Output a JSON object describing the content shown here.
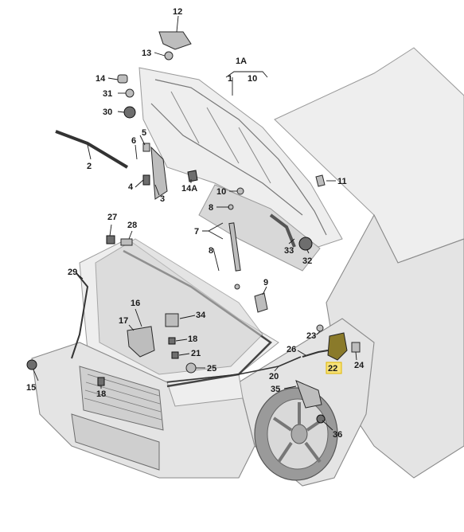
{
  "diagram": {
    "parts": {
      "p12": "12",
      "p13": "13",
      "p1A": "1A",
      "p1": "1",
      "p10a": "10",
      "p14": "14",
      "p31": "31",
      "p30": "30",
      "p5": "5",
      "p6": "6",
      "p2": "2",
      "p4": "4",
      "p3": "3",
      "p14A": "14A",
      "p11": "11",
      "p10b": "10",
      "p8a": "8",
      "p7": "7",
      "p8b": "8",
      "p33": "33",
      "p32": "32",
      "p27": "27",
      "p28": "28",
      "p29": "29",
      "p9": "9",
      "p16": "16",
      "p34": "34",
      "p17": "17",
      "p18a": "18",
      "p21": "21",
      "p25": "25",
      "p23": "23",
      "p26": "26",
      "p22": "22",
      "p24": "24",
      "p20": "20",
      "p35": "35",
      "p15": "15",
      "p18b": "18",
      "p36": "36"
    },
    "highlighted_part": "22",
    "highlight_color": "#f7e27a"
  }
}
